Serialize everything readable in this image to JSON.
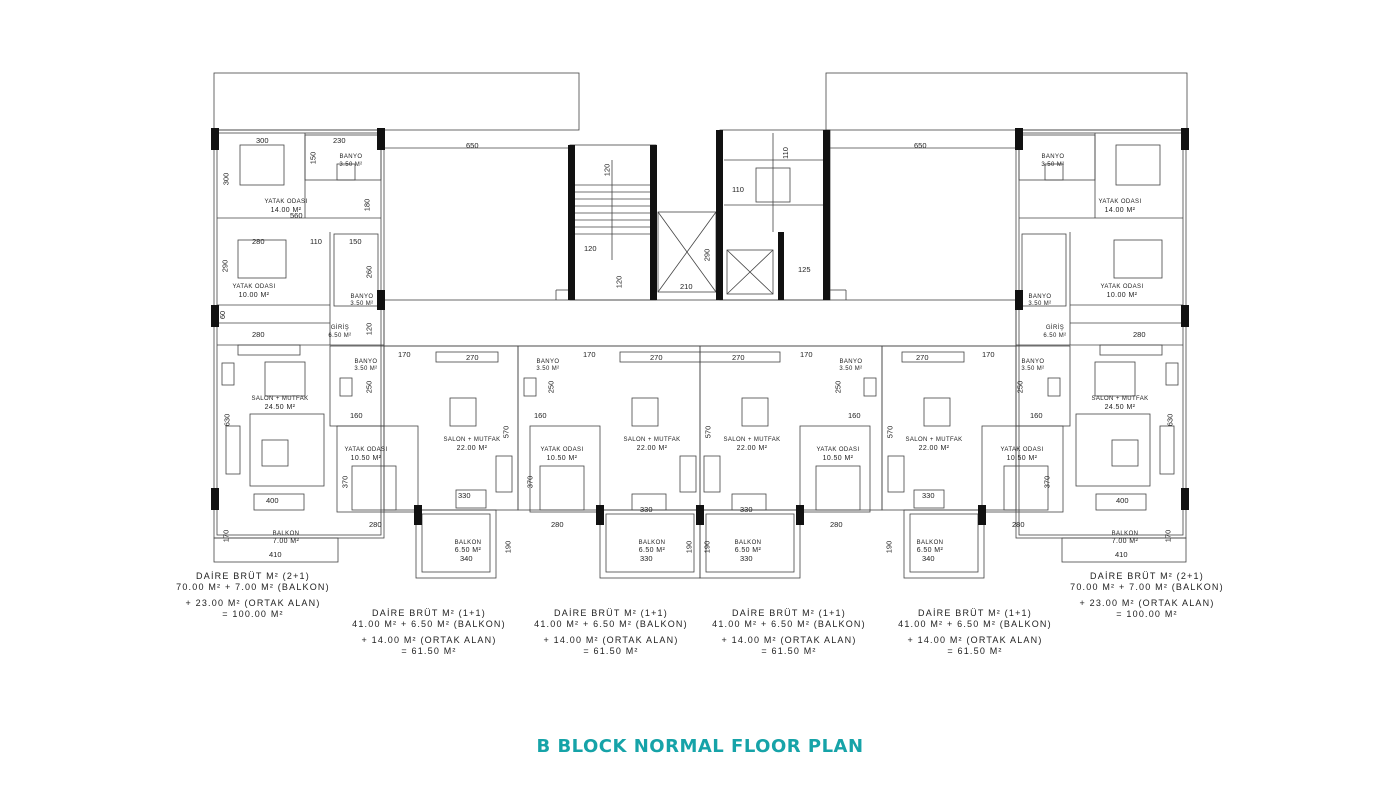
{
  "title": "B BLOCK NORMAL FLOOR PLAN",
  "colors": {
    "title": "#16a3a8",
    "lines": "#333333",
    "wall": "#111111"
  },
  "rooms": {
    "banyo": "BANYO",
    "banyo_area": "3.50 M²",
    "yatak_odasi": "YATAK ODASI",
    "area_14": "14.00 M²",
    "area_10": "10.00 M²",
    "area_1050": "10.50 M²",
    "giris": "GİRİŞ",
    "giris_area": "6.50 M²",
    "salon_mutfak": "SALON + MUTFAK",
    "area_2450": "24.50 M²",
    "area_22": "22.00 M²",
    "balkon": "BALKON",
    "area_7": "7.00 M²",
    "area_650": "6.50 M²"
  },
  "dims": {
    "d650": "650",
    "d300": "300",
    "d230": "230",
    "d150": "150",
    "d560": "560",
    "d180": "180",
    "d280": "280",
    "d110": "110",
    "d290": "290",
    "d260": "260",
    "d120": "120",
    "d60": "60",
    "d630": "630",
    "d400": "400",
    "d170": "170",
    "d410": "410",
    "d270": "270",
    "d250": "250",
    "d160": "160",
    "d570": "570",
    "d370": "370",
    "d330": "330",
    "d340": "340",
    "d190": "190",
    "d210": "210",
    "d125": "125"
  },
  "summaries": {
    "large": {
      "line1": "DAİRE BRÜT M² (2+1)",
      "line2": "70.00 M² + 7.00 M² (BALKON)",
      "line3": "+ 23.00 M² (ORTAK ALAN)",
      "line4": "= 100.00 M²"
    },
    "small": {
      "line1": "DAİRE BRÜT M² (1+1)",
      "line2": "41.00 M² + 6.50 M² (BALKON)",
      "line3": "+ 14.00 M² (ORTAK ALAN)",
      "line4": "= 61.50 M²"
    }
  }
}
